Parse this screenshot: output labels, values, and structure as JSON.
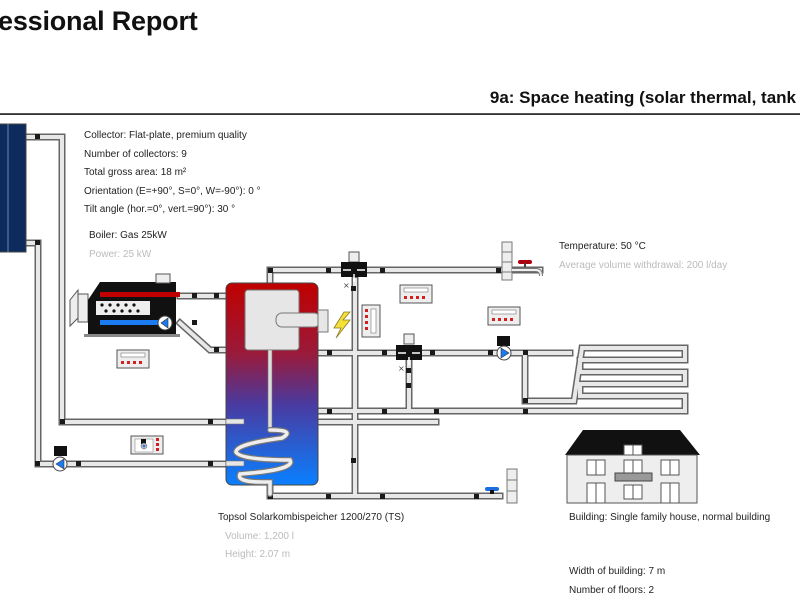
{
  "header": {
    "report_title": "essional Report",
    "section_title": "9a: Space heating (solar thermal, tank"
  },
  "collector": {
    "lines": [
      "Collector: Flat-plate, premium quality",
      "Number of collectors: 9",
      "Total gross area: 18 m²",
      "Orientation (E=+90°, S=0°, W=-90°): 0 °",
      "Tilt angle (hor.=0°, vert.=90°): 30 °"
    ]
  },
  "boiler": {
    "name": "Boiler: Gas 25kW",
    "power": "Power: 25 kW"
  },
  "hot_water": {
    "temperature": "Temperature: 50 °C",
    "withdrawal": "Average volume withdrawal: 200 l/day"
  },
  "tank": {
    "name": "Topsol Solarkombispeicher 1200/270 (TS)",
    "volume": "Volume: 1,200 l",
    "height": "Height: 2.07 m"
  },
  "building": {
    "type": "Building: Single family house, normal building",
    "width": "Width of building: 7 m",
    "floors": "Number of floors: 2"
  },
  "colors": {
    "collector": "#0d2b5c",
    "hot": "#c00000",
    "cold": "#1a7cf0",
    "pipe_fill": "#e8e8e8",
    "pipe_stroke": "#666666",
    "joint": "#1a1a1a",
    "valve_cold": "#1a6fe0",
    "valve_hot": "#b00010",
    "lightning": "#f5e03a"
  }
}
